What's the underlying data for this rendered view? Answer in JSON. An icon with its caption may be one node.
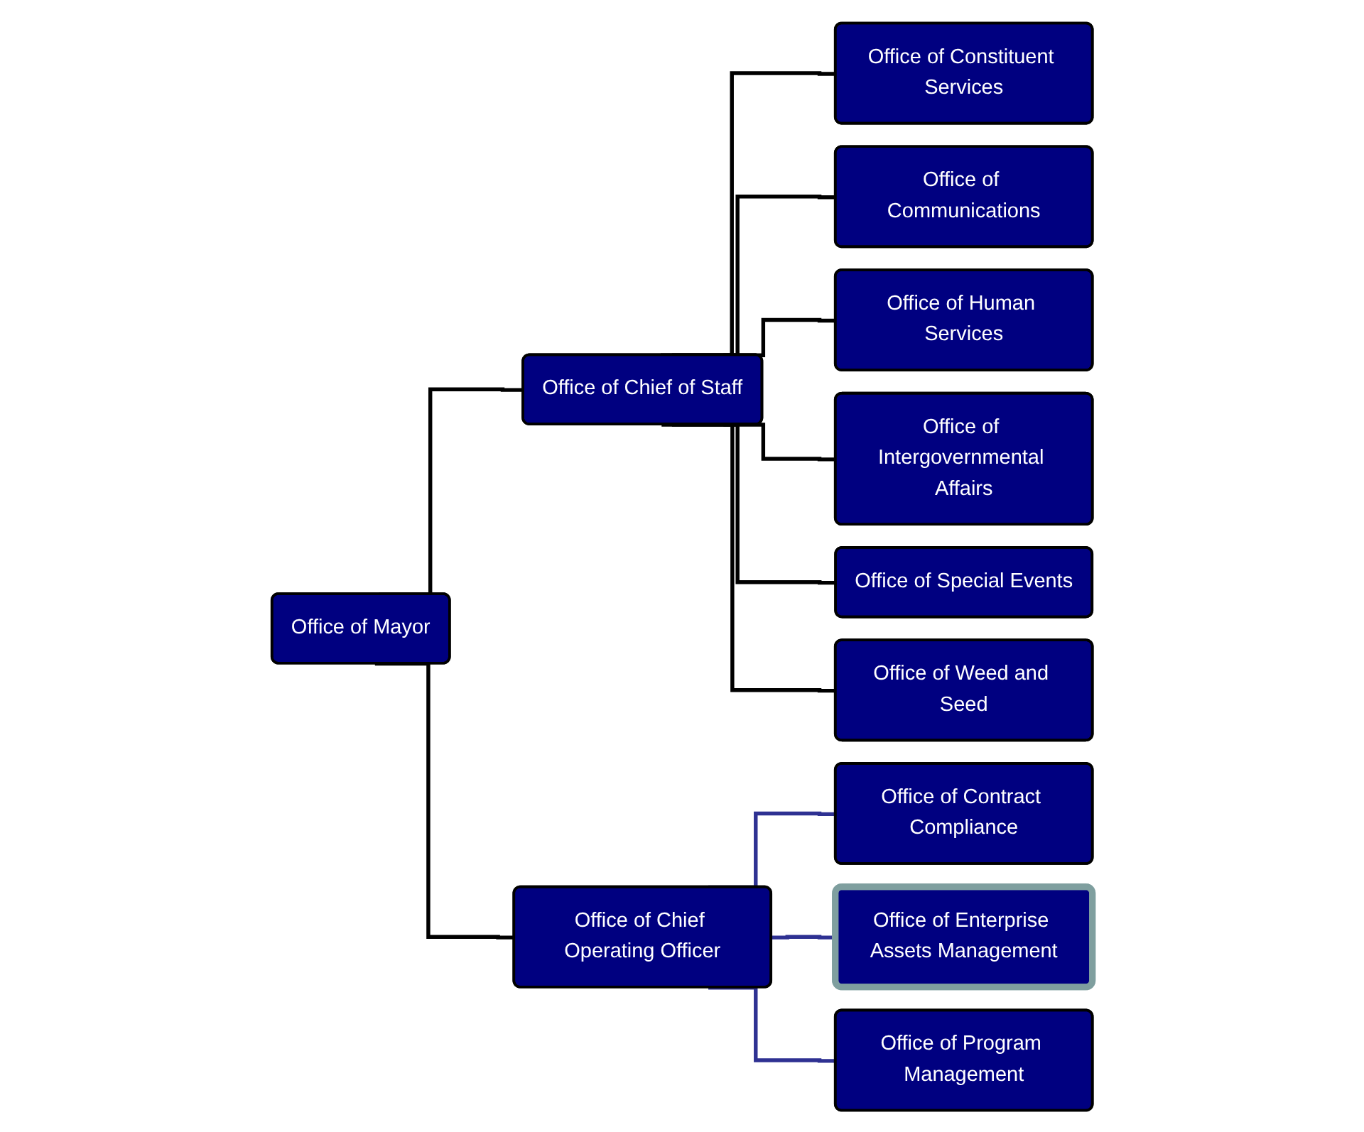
{
  "diagram": {
    "nodes": [
      {
        "text": [
          "Office of Mayor"
        ]
      },
      {
        "text": [
          "Office of Chief of Staff"
        ]
      },
      {
        "text": [
          "Office of Chief Operating Officer"
        ]
      },
      {
        "text": [
          "Office of Constituent Services"
        ]
      },
      {
        "text": [
          "Office of Communications"
        ]
      },
      {
        "text": [
          "Office of Human Services"
        ]
      },
      {
        "text": [
          "Office of Intergovernmental Affairs"
        ]
      },
      {
        "text": [
          "Office of Special Events"
        ]
      },
      {
        "text": [
          "Office of Weed and Seed"
        ]
      },
      {
        "text": [
          "Office of Contract Compliance"
        ]
      },
      {
        "text": [
          "Office of Enterprise Assets Management"
        ]
      },
      {
        "text": [
          "Office of Program Management"
        ]
      }
    ],
    "edges": [
      {
        "from": 0,
        "to": 1,
        "arrow": "none"
      },
      {
        "from": 0,
        "to": 2,
        "arrow": "none"
      },
      {
        "from": 1,
        "to": 3,
        "arrow": "none"
      },
      {
        "from": 1,
        "to": 4,
        "arrow": "none"
      },
      {
        "from": 1,
        "to": 5,
        "arrow": "none"
      },
      {
        "from": 1,
        "to": 6,
        "arrow": "none"
      },
      {
        "from": 1,
        "to": 7,
        "arrow": "none"
      },
      {
        "from": 1,
        "to": 8,
        "arrow": "none"
      },
      {
        "from": 2,
        "to": 9,
        "arrow": "none",
        "color": "#2e3192"
      },
      {
        "from": 2,
        "to": 10,
        "arrow": "none",
        "color": "#2e3192"
      },
      {
        "from": 2,
        "to": 11,
        "arrow": "none",
        "color": "#2e3192"
      }
    ]
  }
}
